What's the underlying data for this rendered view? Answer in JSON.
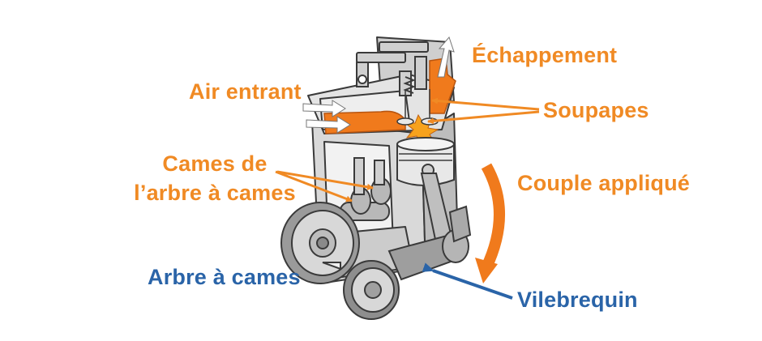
{
  "colors": {
    "label_orange": "#f08a24",
    "label_blue": "#2a64a8",
    "engine_gray": "#dcdcdc",
    "engine_outline": "#3a3a3a",
    "air_flow": "#f07a1c"
  },
  "labels": {
    "exhaust": "Échappement",
    "intake_air": "Air entrant",
    "valves": "Soupapes",
    "cams_line1": "Cames de",
    "cams_line2": "l’arbre à cames",
    "torque": "Couple appliqué",
    "camshaft": "Arbre à cames",
    "crankshaft": "Vilebrequin"
  }
}
